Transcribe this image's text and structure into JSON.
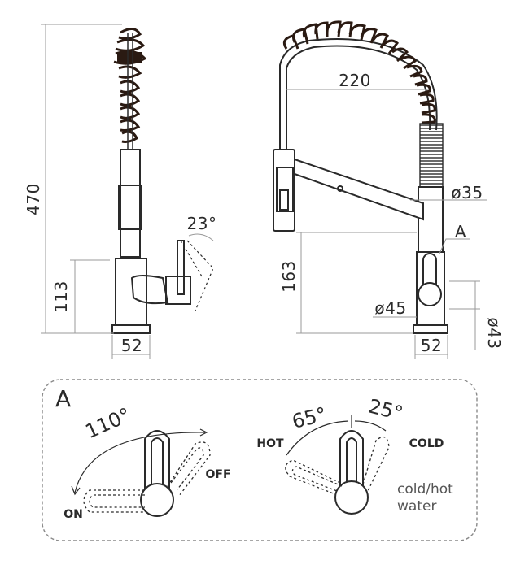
{
  "dimensions": {
    "height_total": "470",
    "handle_height": "113",
    "base_width_side": "52",
    "handle_angle": "23°",
    "spout_reach": "220",
    "hose_diameter": "ø35",
    "detail_marker": "A",
    "spout_height": "163",
    "body_diameter": "ø45",
    "base_diameter": "ø43",
    "base_width_front": "52"
  },
  "detail": {
    "title": "A",
    "on_off": {
      "angle": "110°",
      "on_label": "ON",
      "off_label": "OFF"
    },
    "temperature": {
      "hot_angle": "65°",
      "cold_angle": "25°",
      "hot_label": "HOT",
      "cold_label": "COLD",
      "note_line1": "cold/hot",
      "note_line2": "water"
    }
  },
  "colors": {
    "line": "#2a2a2a",
    "dim_line": "#9a9a9a",
    "spring": "#2a1a12"
  }
}
